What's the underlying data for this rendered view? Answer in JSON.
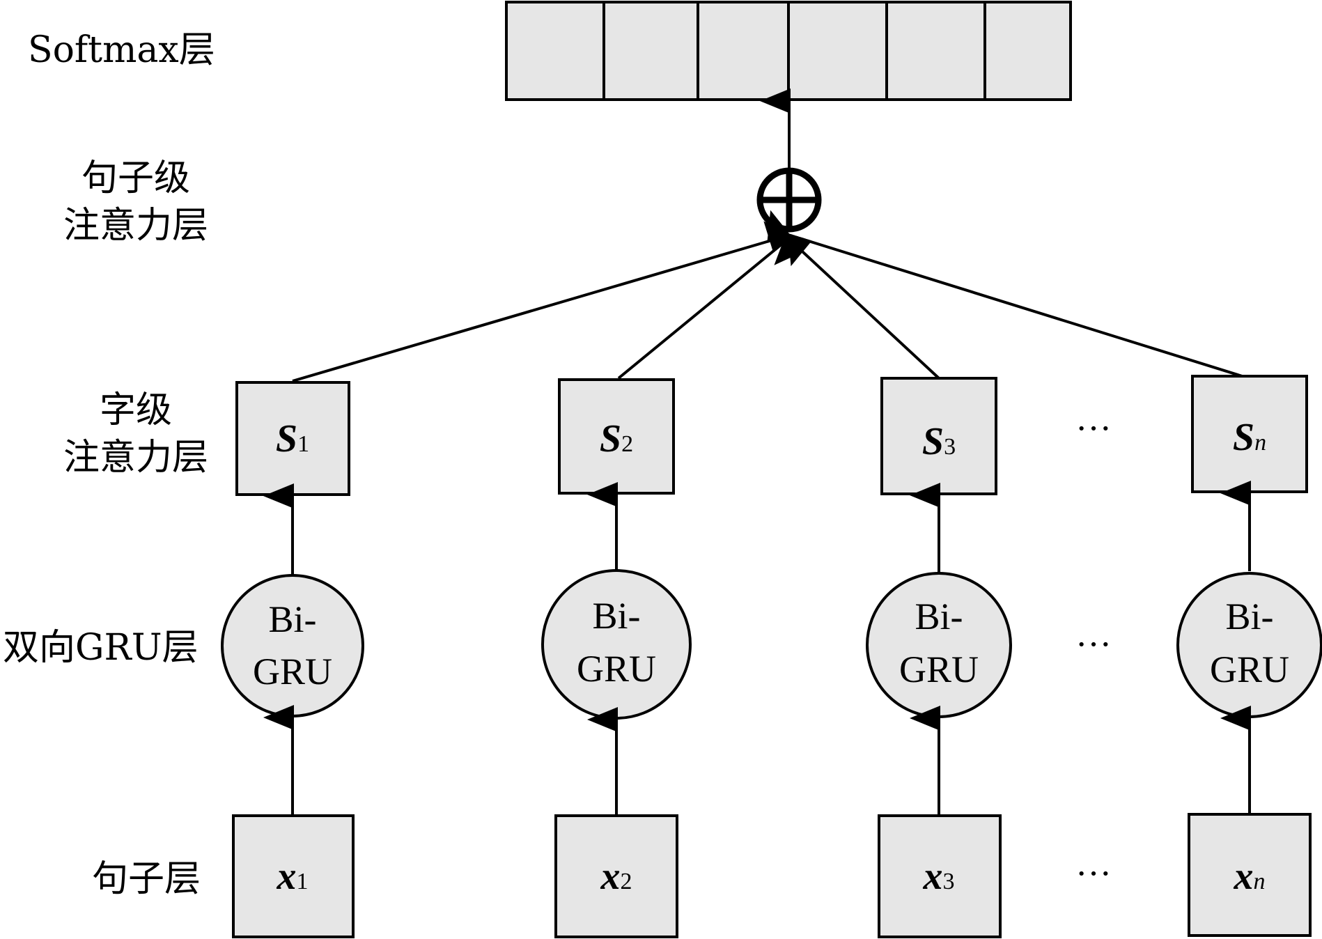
{
  "labels": {
    "softmax": "Softmax层",
    "sentence_attention_line1": "句子级",
    "sentence_attention_line2": "注意力层",
    "word_attention_line1": "字级",
    "word_attention_line2": "注意力层",
    "bigru_layer": "双向GRU层",
    "sentence_layer": "句子层"
  },
  "combine_symbol": "⊕",
  "bigru_node": {
    "line1": "Bi-",
    "line2": "GRU"
  },
  "attention_nodes": [
    {
      "var": "S",
      "sub": "1"
    },
    {
      "var": "S",
      "sub": "2"
    },
    {
      "var": "S",
      "sub": "3"
    },
    {
      "var": "S",
      "sub": "n"
    }
  ],
  "input_nodes": [
    {
      "var": "x",
      "sub": "1"
    },
    {
      "var": "x",
      "sub": "2"
    },
    {
      "var": "x",
      "sub": "3"
    },
    {
      "var": "x",
      "sub": "n"
    }
  ],
  "ellipsis": "···",
  "colors": {
    "node_fill": "#e6e6e6",
    "stroke": "#000000"
  }
}
